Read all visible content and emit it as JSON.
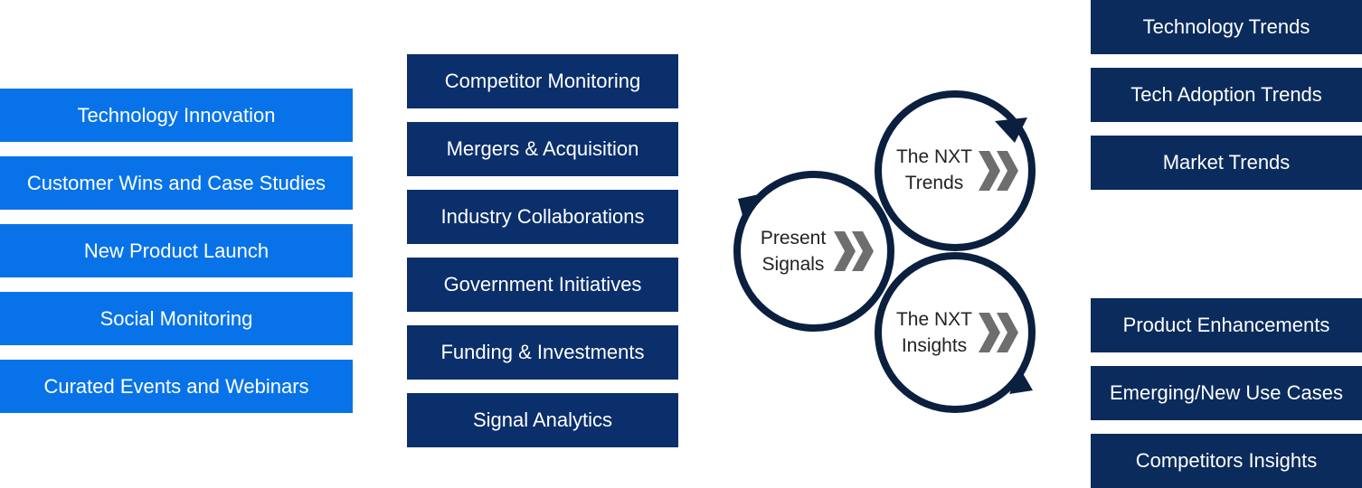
{
  "left_column": [
    "Technology Innovation",
    "Customer Wins and Case Studies",
    "New Product Launch",
    "Social Monitoring",
    "Curated Events and Webinars"
  ],
  "middle_column": [
    "Competitor Monitoring",
    "Mergers & Acquisition",
    "Industry Collaborations",
    "Government Initiatives",
    "Funding & Investments",
    "Signal Analytics"
  ],
  "right_top": [
    "Technology Trends",
    "Tech Adoption Trends",
    "Market Trends"
  ],
  "right_bottom": [
    "Product Enhancements",
    "Emerging/New Use Cases",
    "Competitors Insights"
  ],
  "cycle": {
    "present": {
      "line1": "Present",
      "line2": "Signals"
    },
    "trends": {
      "line1": "The NXT",
      "line2": "Trends"
    },
    "insights": {
      "line1": "The NXT",
      "line2": "Insights"
    }
  },
  "colors": {
    "left_box": "#0873e8",
    "middle_box": "#0a2f6b",
    "right_box": "#0a2b5c",
    "circle_stroke": "#0b1f3f",
    "chevron": "#6e6e6e"
  }
}
